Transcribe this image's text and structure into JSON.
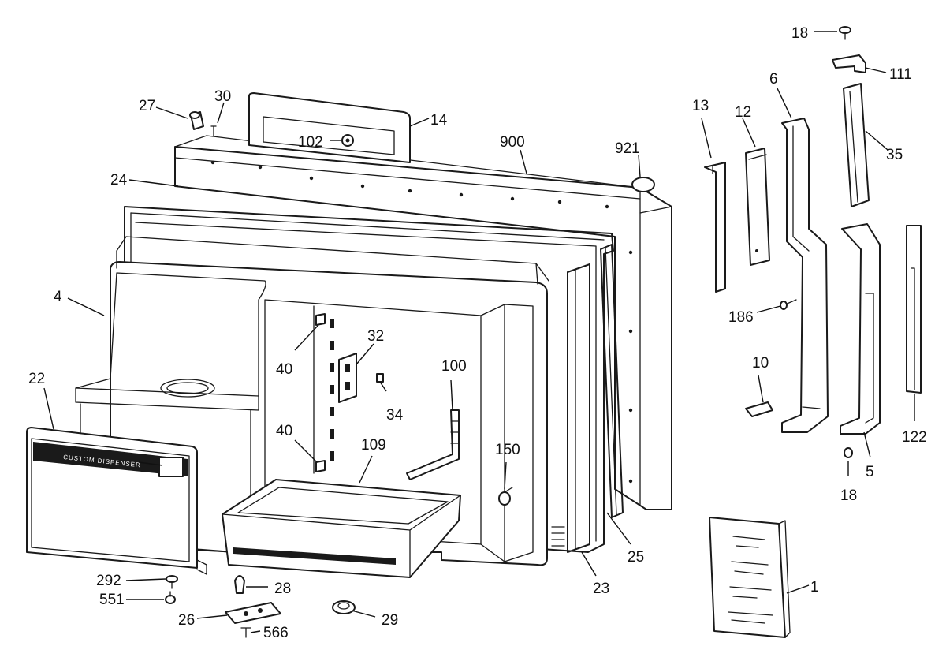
{
  "diagram": {
    "colors": {
      "line": "#1a1a1a",
      "background": "#ffffff"
    },
    "dispenser_panel_text": "CUSTOM DISPENSER",
    "parts": [
      {
        "id": "part-18-top",
        "number": "18"
      },
      {
        "id": "part-111",
        "number": "111"
      },
      {
        "id": "part-6",
        "number": "6"
      },
      {
        "id": "part-35",
        "number": "35"
      },
      {
        "id": "part-13",
        "number": "13"
      },
      {
        "id": "part-12",
        "number": "12"
      },
      {
        "id": "part-27",
        "number": "27"
      },
      {
        "id": "part-30",
        "number": "30"
      },
      {
        "id": "part-14",
        "number": "14"
      },
      {
        "id": "part-102",
        "number": "102"
      },
      {
        "id": "part-900",
        "number": "900"
      },
      {
        "id": "part-921",
        "number": "921"
      },
      {
        "id": "part-24",
        "number": "24"
      },
      {
        "id": "part-4",
        "number": "4"
      },
      {
        "id": "part-186",
        "number": "186"
      },
      {
        "id": "part-32",
        "number": "32"
      },
      {
        "id": "part-40-upper",
        "number": "40"
      },
      {
        "id": "part-34",
        "number": "34"
      },
      {
        "id": "part-100",
        "number": "100"
      },
      {
        "id": "part-10",
        "number": "10"
      },
      {
        "id": "part-22",
        "number": "22"
      },
      {
        "id": "part-40-lower",
        "number": "40"
      },
      {
        "id": "part-109",
        "number": "109"
      },
      {
        "id": "part-150",
        "number": "150"
      },
      {
        "id": "part-122",
        "number": "122"
      },
      {
        "id": "part-5",
        "number": "5"
      },
      {
        "id": "part-18-bottom",
        "number": "18"
      },
      {
        "id": "part-25",
        "number": "25"
      },
      {
        "id": "part-23",
        "number": "23"
      },
      {
        "id": "part-292",
        "number": "292"
      },
      {
        "id": "part-551",
        "number": "551"
      },
      {
        "id": "part-28",
        "number": "28"
      },
      {
        "id": "part-26",
        "number": "26"
      },
      {
        "id": "part-29",
        "number": "29"
      },
      {
        "id": "part-566",
        "number": "566"
      },
      {
        "id": "part-1",
        "number": "1"
      }
    ]
  }
}
